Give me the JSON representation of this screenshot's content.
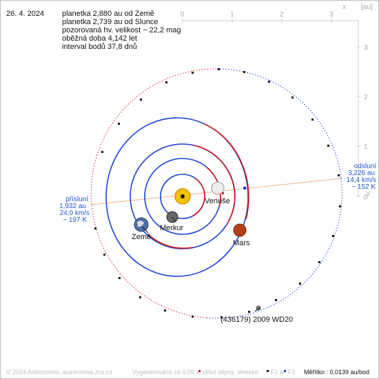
{
  "header": {
    "date": "26. 4. 2024",
    "info_lines": [
      "planetka 2,880 au od Země",
      "planetka 2,739 au od Slunce",
      "pozorovaná hv. velikost ~ 22,2 mag",
      "oběžná doba 4,142 let",
      "interval bodů 37,8 dnů"
    ]
  },
  "axes": {
    "x_ticks": [
      "0",
      "1",
      "2",
      "3"
    ],
    "y_ticks": [
      "3",
      "2",
      "1",
      "0"
    ],
    "x_label": "x",
    "unit_label": "[au]",
    "y_label": "y"
  },
  "perihelion": {
    "lines": [
      "přísluní",
      "1,932 au",
      "24,0 km/s",
      "~ 197 K"
    ]
  },
  "aphelion": {
    "lines": [
      "odsluní",
      "3,226 au",
      "14,4 km/s",
      "~ 152 K"
    ]
  },
  "bodies": {
    "venus": "Venuše",
    "mercury": "Merkur",
    "earth": "Země",
    "mars": "Mars",
    "asteroid": "(436179) 2009 WD20"
  },
  "footer": {
    "copyright": "© 2024 Astronomia, astronomia.zcu.cz",
    "generated": "Vygenerováno za 0,09 s",
    "legend_center": "střed elipsy, ohnisko",
    "legend_f1": "F1 a",
    "legend_f2": "F2",
    "scale": "Měřítko : 0,0139 au/bod"
  },
  "colors": {
    "orbit_blue": "#1a3fd6",
    "orbit_red": "#d41a1a",
    "apsis_line": "#f0b080",
    "sun": "#f4c400"
  }
}
